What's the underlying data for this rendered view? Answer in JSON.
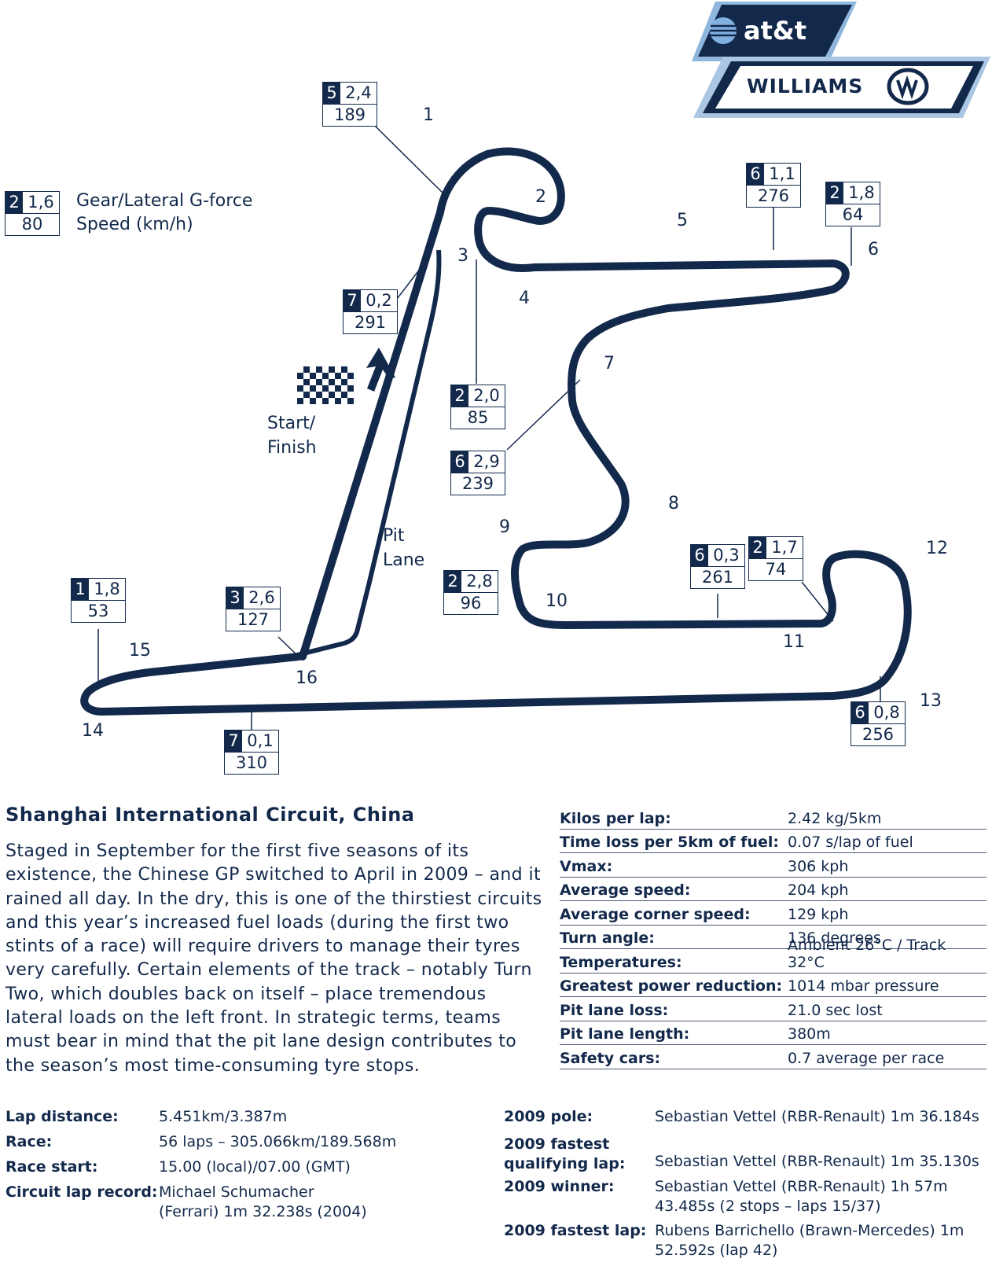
{
  "legend": {
    "box": {
      "gear": "2",
      "g": "1,6",
      "speed": "80"
    },
    "line1": "Gear/Lateral G-force",
    "line2": "Speed (km/h)"
  },
  "logo": {
    "sponsor": "at&t",
    "team": "WILLIAMS"
  },
  "track_labels": {
    "start": "Start/",
    "finish": "Finish",
    "pit1": "Pit",
    "pit2": "Lane"
  },
  "turns": [
    "1",
    "2",
    "3",
    "4",
    "5",
    "6",
    "7",
    "8",
    "9",
    "10",
    "11",
    "12",
    "13",
    "14",
    "15",
    "16"
  ],
  "boxes": [
    {
      "gear": "5",
      "g": "2,4",
      "speed": "189"
    },
    {
      "gear": "6",
      "g": "1,1",
      "speed": "276"
    },
    {
      "gear": "2",
      "g": "1,8",
      "speed": "64"
    },
    {
      "gear": "7",
      "g": "0,2",
      "speed": "291"
    },
    {
      "gear": "2",
      "g": "2,0",
      "speed": "85"
    },
    {
      "gear": "6",
      "g": "2,9",
      "speed": "239"
    },
    {
      "gear": "2",
      "g": "2,8",
      "speed": "96"
    },
    {
      "gear": "6",
      "g": "0,3",
      "speed": "261"
    },
    {
      "gear": "2",
      "g": "1,7",
      "speed": "74"
    },
    {
      "gear": "1",
      "g": "1,8",
      "speed": "53"
    },
    {
      "gear": "3",
      "g": "2,6",
      "speed": "127"
    },
    {
      "gear": "7",
      "g": "0,1",
      "speed": "310"
    },
    {
      "gear": "6",
      "g": "0,8",
      "speed": "256"
    }
  ],
  "circuit": {
    "title": "Shanghai International Circuit, China",
    "description": "Staged in September for the first five seasons of its existence, the Chinese GP switched to April in 2009 – and it rained all day. In the dry, this is one of the thirstiest circuits and this year’s increased fuel loads (during the first two stints of a race) will require drivers to manage their tyres very carefully. Certain elements of the track – notably Turn Two, which doubles back on itself – place tremendous lateral loads on the left front. In strategic terms, teams must bear in mind that the pit lane design contributes to the season’s most time-consuming tyre stops."
  },
  "stats": [
    {
      "k": "Kilos per lap:",
      "v": "2.42 kg/5km"
    },
    {
      "k": "Time loss per 5km of fuel:",
      "v": "0.07 s/lap of fuel"
    },
    {
      "k": "Vmax:",
      "v": "306 kph"
    },
    {
      "k": "Average speed:",
      "v": "204 kph"
    },
    {
      "k": "Average corner speed:",
      "v": "129 kph"
    },
    {
      "k": "Turn angle:",
      "v": "136 degrees"
    },
    {
      "k": "Temperatures:",
      "v": "Ambient 26°C / Track 32°C"
    },
    {
      "k": "Greatest power reduction:",
      "v": "1014 mbar pressure"
    },
    {
      "k": "Pit lane loss:",
      "v": "21.0 sec lost"
    },
    {
      "k": "Pit lane length:",
      "v": "380m"
    },
    {
      "k": "Safety cars:",
      "v": "0.7 average per race"
    }
  ],
  "facts_left": [
    {
      "k": "Lap distance:",
      "v": "5.451km/3.387m"
    },
    {
      "k": "Race:",
      "v": "56 laps – 305.066km/189.568m"
    },
    {
      "k": "Race start:",
      "v": "15.00 (local)/07.00 (GMT)"
    },
    {
      "k": "Circuit lap record:",
      "v": "Michael Schumacher (Ferrari) 1m 32.238s (2004)"
    }
  ],
  "facts_right": [
    {
      "k": "2009 pole:",
      "v": "Sebastian Vettel (RBR-Renault) 1m 36.184s"
    },
    {
      "k": "2009 fastest qualifying lap:",
      "v": "Sebastian Vettel (RBR-Renault) 1m 35.130s"
    },
    {
      "k": "2009 winner:",
      "v": "Sebastian Vettel (RBR-Renault) 1h 57m 43.485s (2 stops – laps 15/37)"
    },
    {
      "k": "2009 fastest lap:",
      "v": "Rubens Barrichello (Brawn-Mercedes) 1m 52.592s (lap 42)"
    }
  ]
}
